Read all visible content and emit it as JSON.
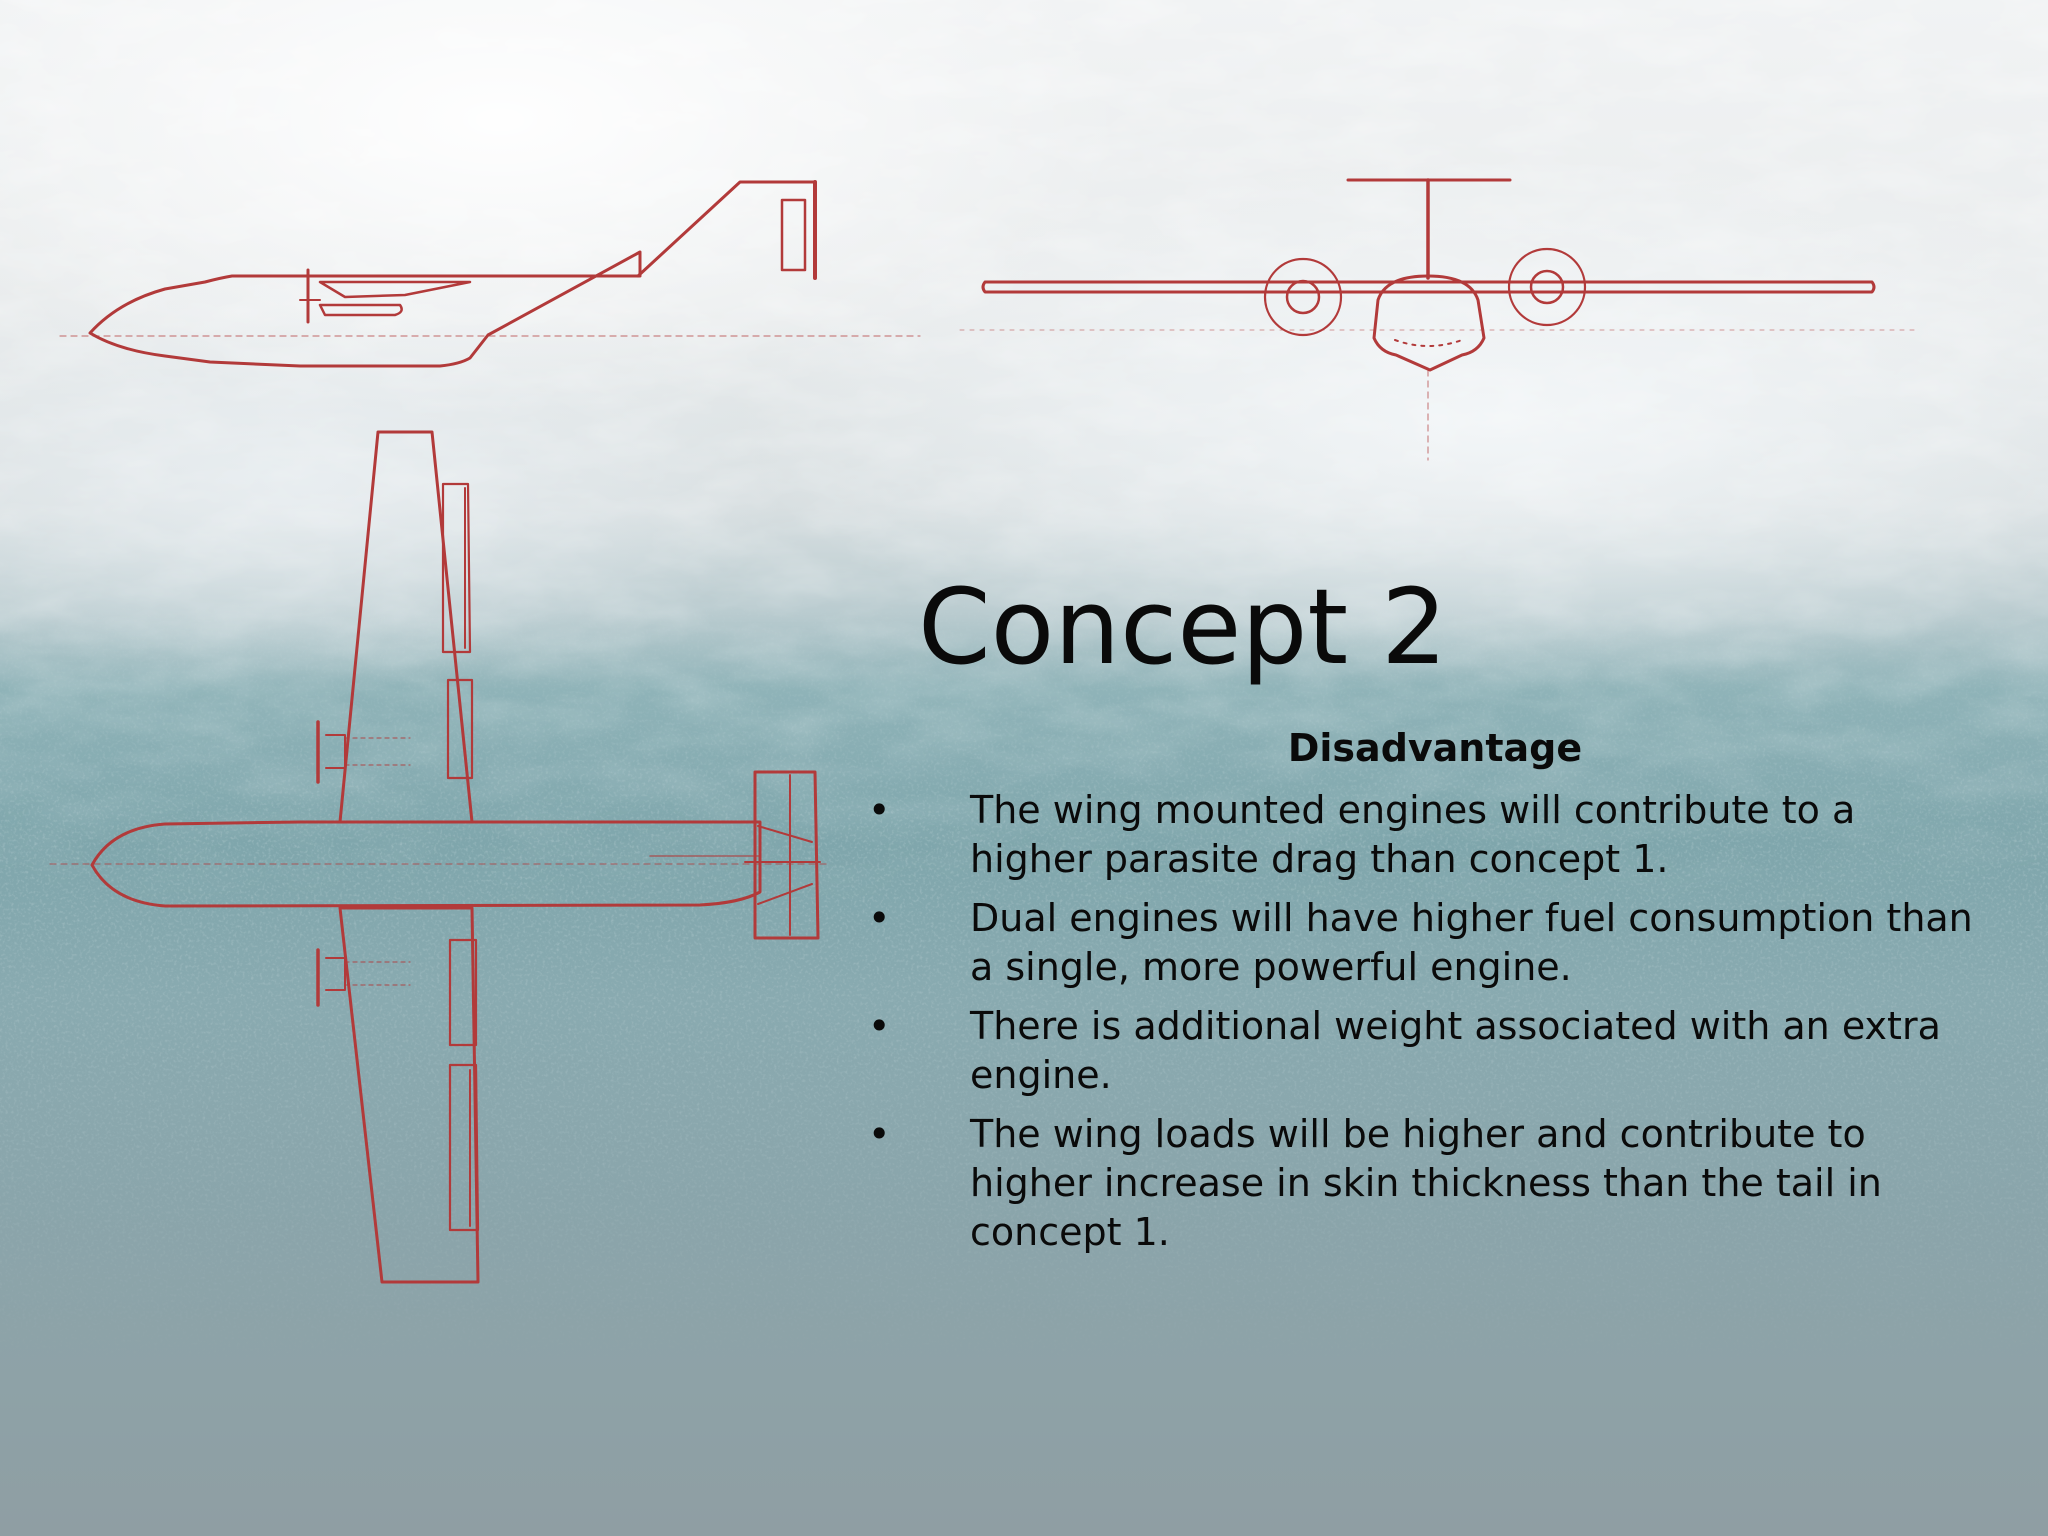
{
  "slide": {
    "title": "Concept 2",
    "subheading": "Disadvantage",
    "bullet_symbol": "•",
    "bullets": [
      "The wing mounted engines will contribute to a higher parasite drag than concept 1.",
      "Dual engines will have higher fuel consumption than a single, more powerful engine.",
      "There is additional weight associated with an extra engine.",
      "The wing loads will be higher and contribute to higher increase in skin thickness than the tail in concept 1."
    ]
  },
  "colors": {
    "sketch_line": "#b23a3a",
    "text": "#0a0a0a"
  }
}
